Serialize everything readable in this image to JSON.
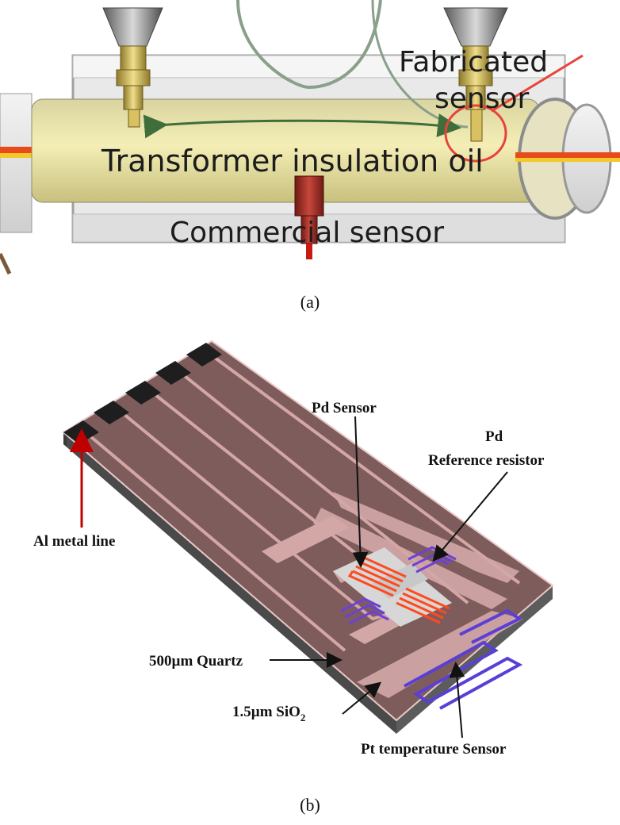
{
  "panel_a": {
    "caption": "(a)",
    "label_fabricated_sensor": [
      "Fabricated",
      "sensor"
    ],
    "label_oil": "Transformer insulation  oil",
    "label_commercial_sensor": "Commercial sensor"
  },
  "panel_b": {
    "caption": "(b)",
    "label_pd_sensor": "Pd Sensor",
    "label_pd_reference": [
      "Pd",
      "Reference resistor"
    ],
    "label_al_metal_line": "Al metal line",
    "label_quartz": "500µm Quartz",
    "label_sio2_main": "1.5µm SiO",
    "label_sio2_sub": "2",
    "label_pt_temp_sensor": "Pt temperature Sensor"
  },
  "colors": {
    "substrate_top": "#7f5c5c",
    "substrate_side": "#505050",
    "trace": "#d4a7a7",
    "pad": "#1e1e1e",
    "pd_heater": "#ff4a1f",
    "pd_reference": "#6b41d8",
    "pt_sensor": "#5a3fd6",
    "label_arrow": "#c00000"
  }
}
